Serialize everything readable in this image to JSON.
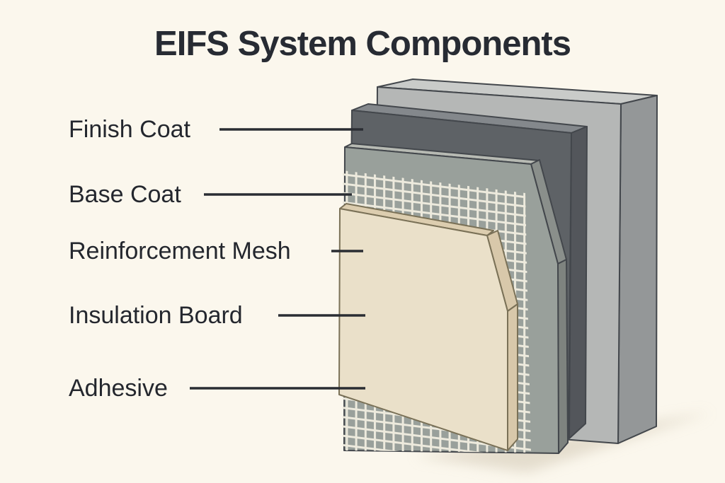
{
  "title": "EIFS System Components",
  "labels": {
    "finish_coat": "Finish Coat",
    "base_coat": "Base Coat",
    "reinforcement_mesh": "Reinforcement Mesh",
    "insulation_board": "Insulation Board",
    "adhesive": "Adhesive"
  },
  "colors": {
    "background": "#fbf7ed",
    "text": "#24272e",
    "leader_line": "#2a2d33",
    "substrate_front": "#b5b7b6",
    "substrate_top": "#c9cbc9",
    "substrate_side": "#949798",
    "finish_front": "#5e6266",
    "finish_top": "#84888c",
    "finish_side": "#53565b",
    "base_front": "#99a09b",
    "base_top": "#b7bab3",
    "base_bevel": "#8a8f8b",
    "base_side": "#7e837f",
    "mesh_line": "#edeadd",
    "insulation_front": "#eae0c9",
    "insulation_top": "#dccdaf",
    "insulation_side": "#d8c8aa",
    "shadow": "#ded6c5"
  }
}
